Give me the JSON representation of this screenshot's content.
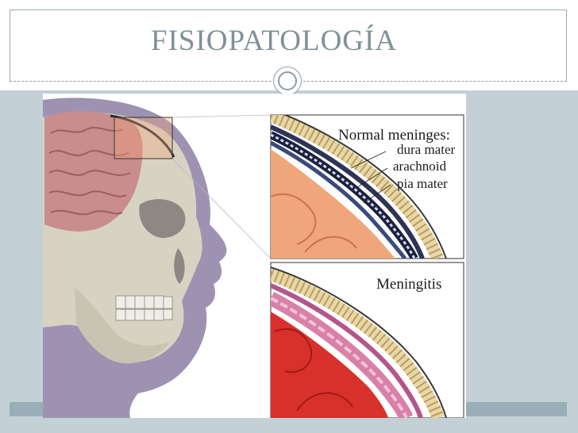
{
  "slide": {
    "title": "FISIOPATOLOGÍA"
  },
  "figure": {
    "panel_top": {
      "heading": "Normal meninges:",
      "layers": [
        "dura mater",
        "arachnoid",
        "pia mater"
      ]
    },
    "panel_bottom": {
      "heading": "Meningitis"
    }
  },
  "colors": {
    "title_text": "#7e9196",
    "slide_background": "#c3d0d6",
    "accent_bar": "#99aeb6",
    "normal_brain": "#f0a57a",
    "inflamed_brain": "#d8302b",
    "inflamed_meninges": "#d980a8"
  },
  "icons": {
    "ornament": "double-circle-icon"
  }
}
